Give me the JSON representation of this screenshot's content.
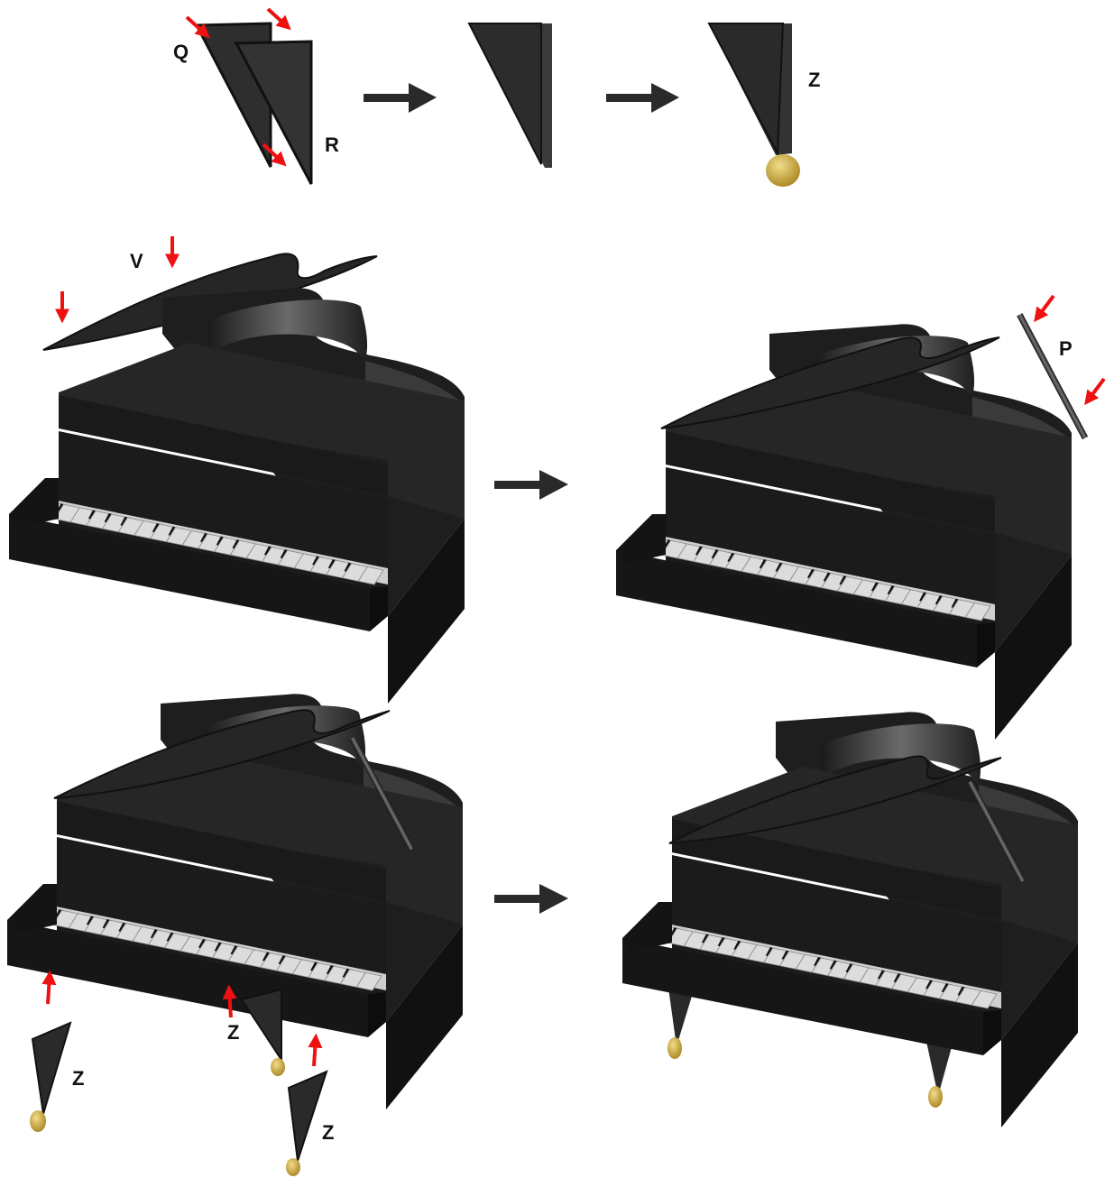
{
  "labels": {
    "q": "Q",
    "r": "R",
    "z": "Z",
    "v": "V",
    "p": "P"
  },
  "colors": {
    "body": "#1c1c1c",
    "body_light": "#2f2f2f",
    "leg": "#333333",
    "foot": "#c9a43a",
    "arrow_red": "#ee1111",
    "step_arrow": "#2a2a2a",
    "keys_white": "#d9d9d9"
  },
  "icons": {
    "move_direction": "red-arrow-icon",
    "next_step": "step-arrow-icon"
  }
}
